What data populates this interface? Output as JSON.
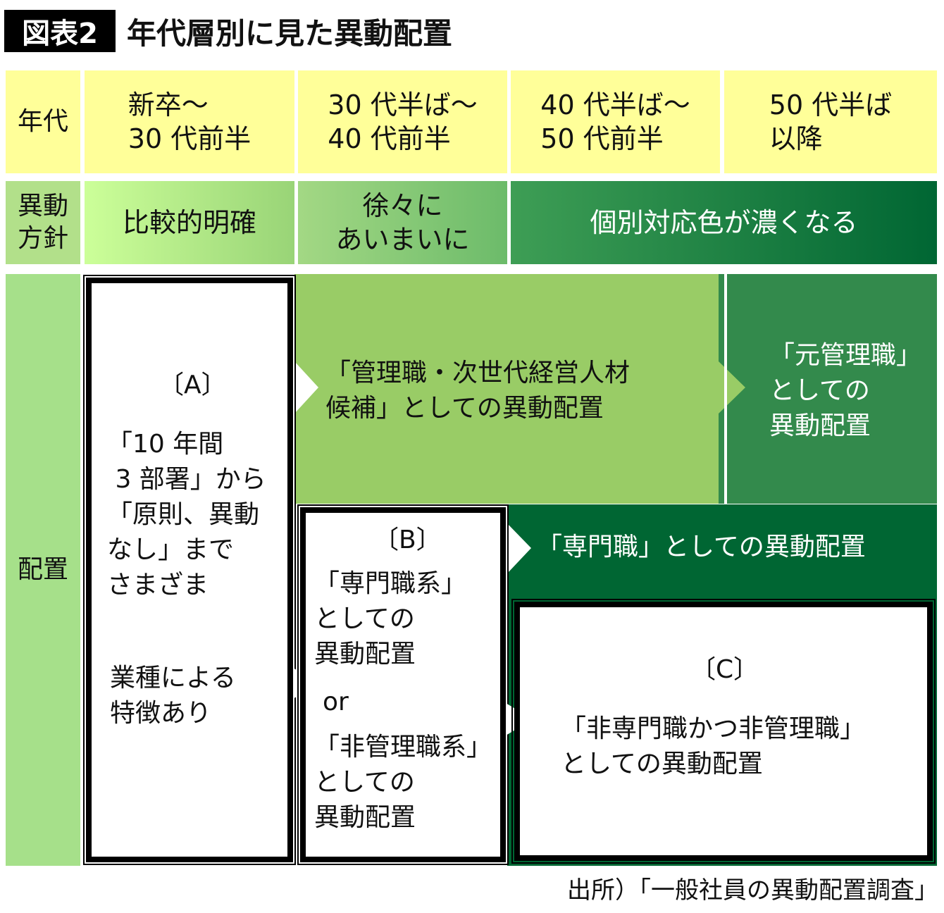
{
  "title": {
    "badge": "図表2",
    "text": "年代層別に見た異動配置"
  },
  "row_labels": {
    "age": "年代",
    "policy": "異動\n方針",
    "placement": "配置"
  },
  "age_groups": [
    "新卒～\n30 代前半",
    "30 代半ば～\n40 代前半",
    "40 代半ば～\n50 代前半",
    "50 代半ば\n以降"
  ],
  "policies": [
    "比較的明確",
    "徐々に\nあいまいに",
    "個別対応色が濃くなる"
  ],
  "placement": {
    "a_label": "〔A〕",
    "a_text": "「10 年間\n 3 部署」から\n「原則、異動\nなし」まで\nさまざま",
    "a_note": "業種による\n特徴あり",
    "management": "「管理職・次世代経営人材\n候補」としての異動配置",
    "former_management": "「元管理職」\nとしての\n異動配置",
    "b_label": "〔B〕",
    "b_text1": "「専門職系」\nとしての\n異動配置",
    "b_or": "or",
    "b_text2": "「非管理職系」\nとしての\n異動配置",
    "specialist": "「専門職」としての異動配置",
    "c_label": "〔C〕",
    "c_text": "「非専門職かつ非管理職」\nとしての異動配置"
  },
  "source": "出所）「一般社員の異動配置調査」",
  "colors": {
    "yellow": "#ffff99",
    "light_green": "#99cc66",
    "mid_green": "#338a4c",
    "dark_green": "#006633"
  }
}
